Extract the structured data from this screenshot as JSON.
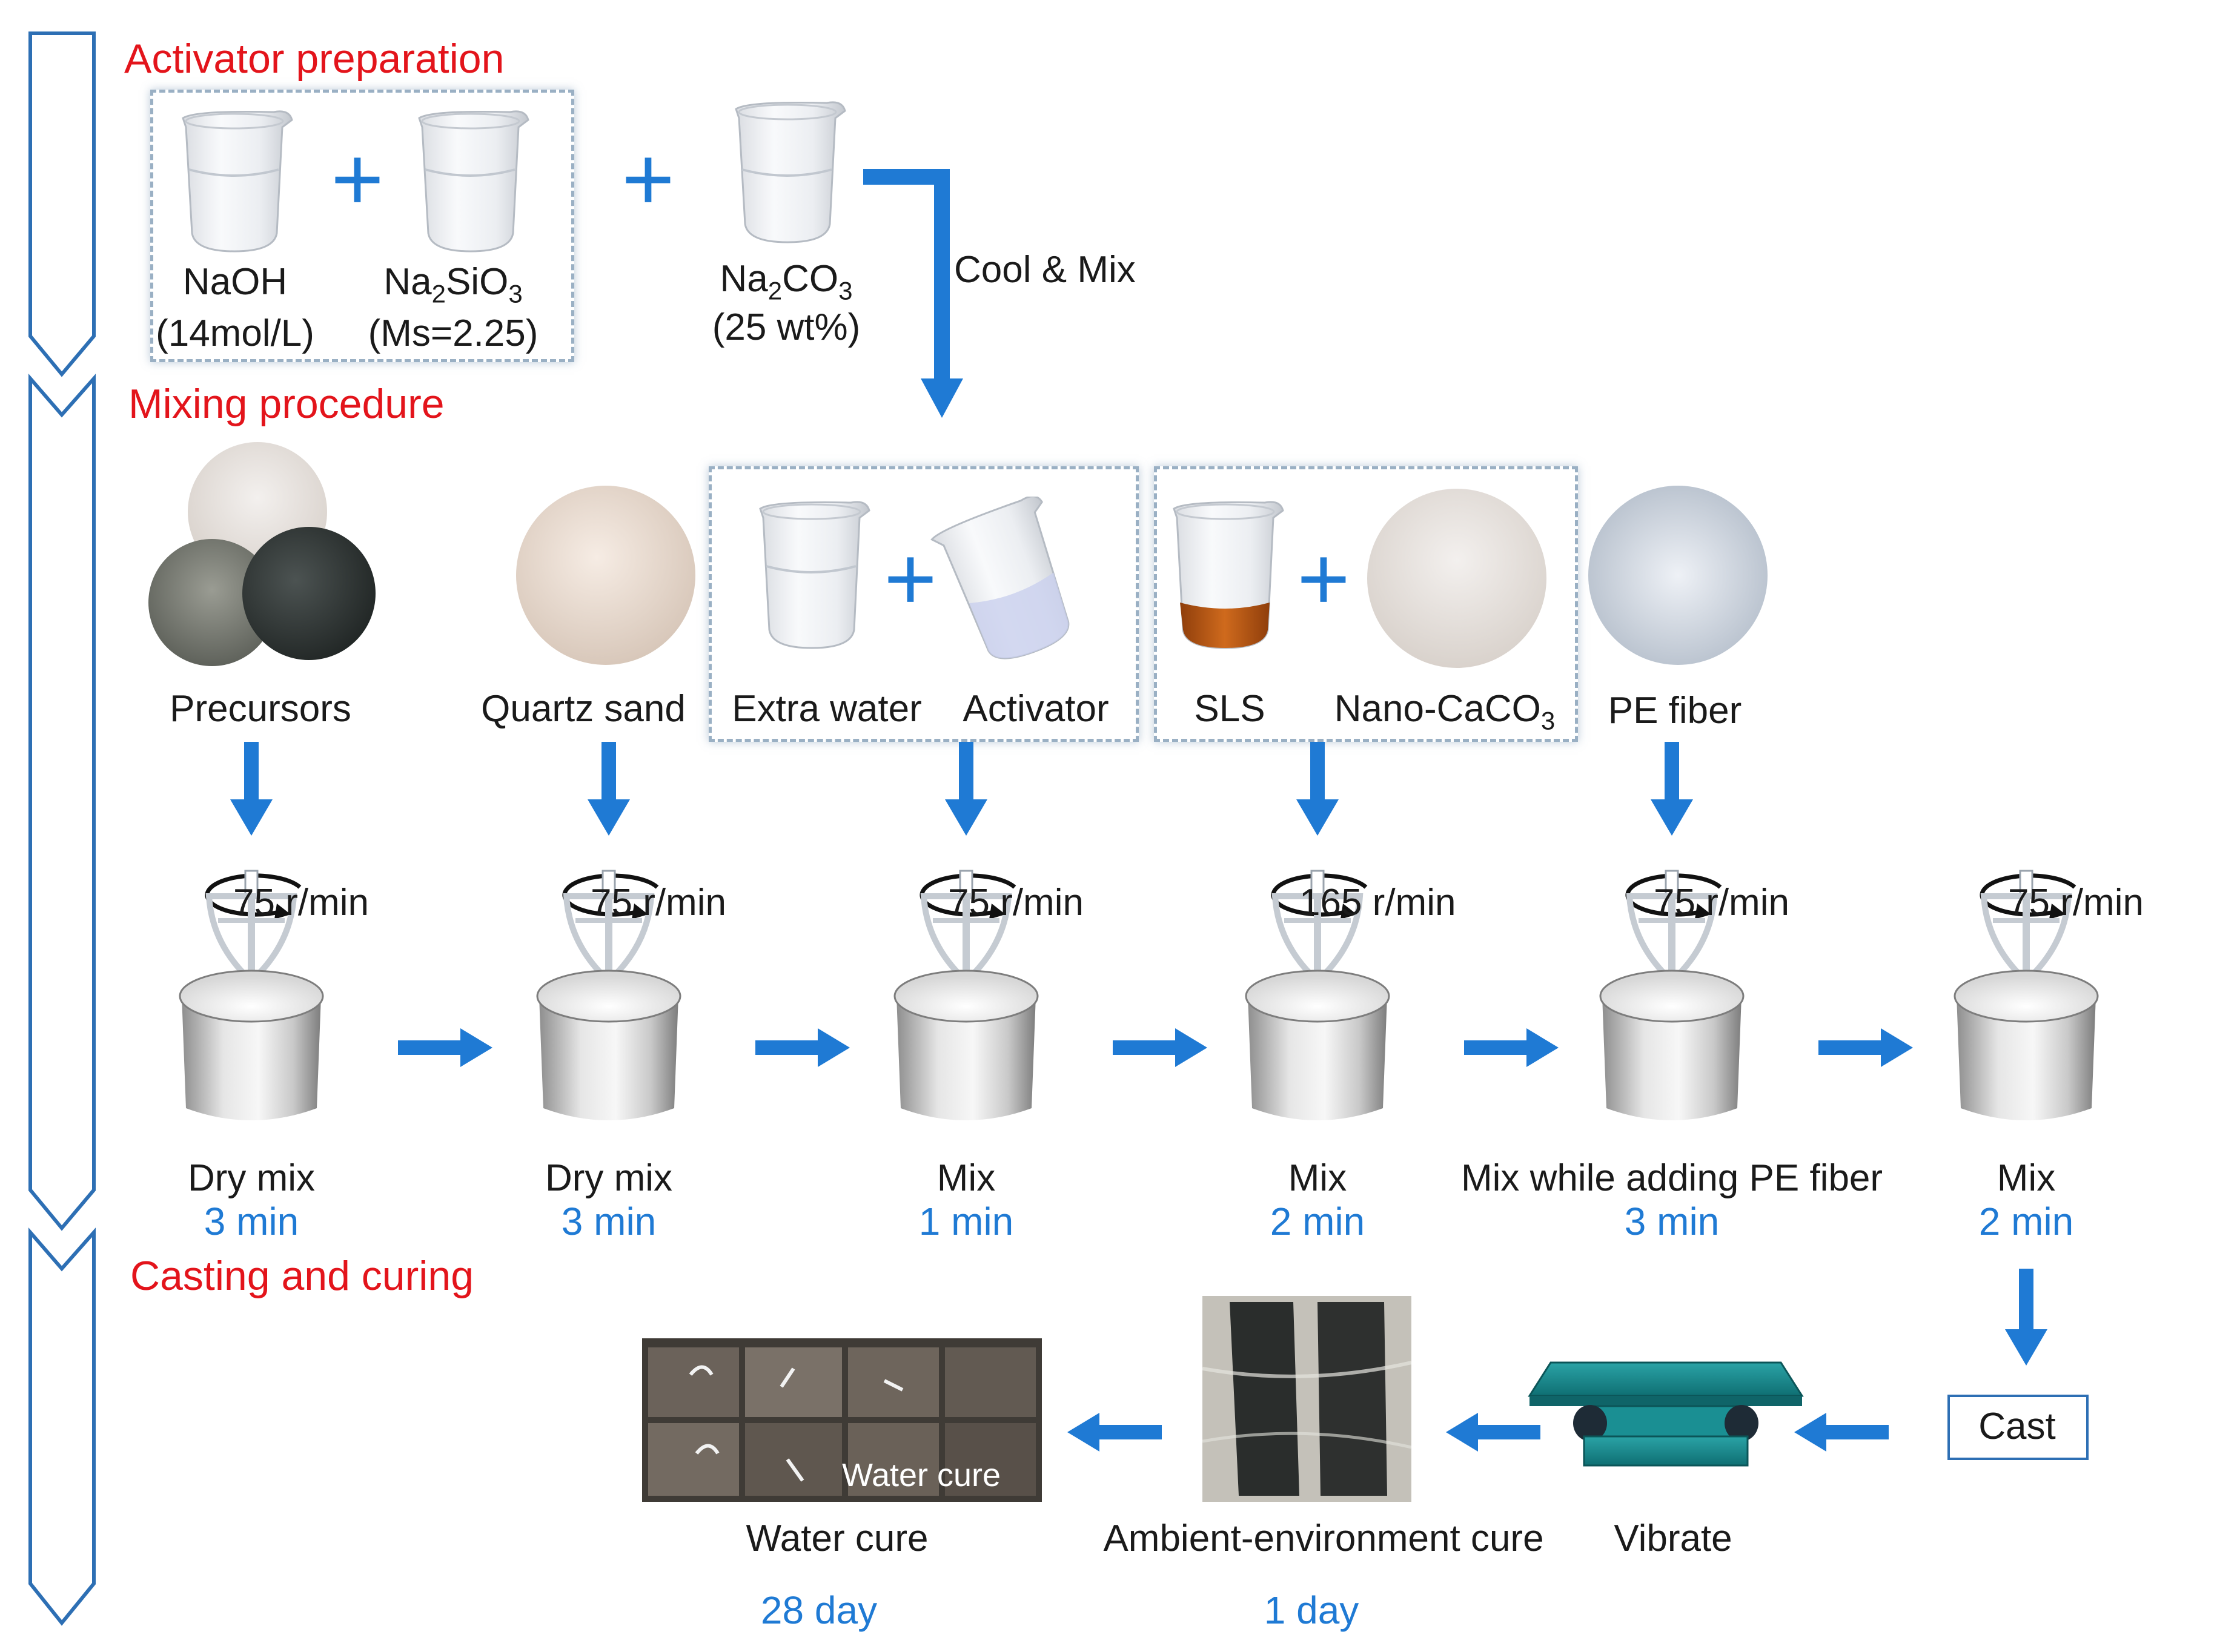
{
  "sections": {
    "activator": "Activator preparation",
    "mixing": "Mixing procedure",
    "casting": "Casting and curing"
  },
  "activator": {
    "naoh": "NaOH",
    "naoh_conc": "(14mol/L)",
    "silicate_main": "Na",
    "silicate_sub1": "2",
    "silicate_mid": "SiO",
    "silicate_sub2": "3",
    "silicate_ms": "(Ms=2.25)",
    "carbonate_main": "Na",
    "carbonate_sub1": "2",
    "carbonate_mid": "CO",
    "carbonate_sub2": "3",
    "carbonate_wt": "(25 wt%)",
    "cool_mix": "Cool & Mix",
    "plus": "+"
  },
  "materials": {
    "precursors": "Precursors",
    "quartz": "Quartz sand",
    "extra_water": "Extra water",
    "activator": "Activator",
    "sls": "SLS",
    "nano_main": "Nano-CaCO",
    "nano_sub": "3",
    "pe_fiber": "PE fiber"
  },
  "steps": [
    {
      "speed": "75 r/min",
      "label": "Dry mix",
      "duration": "3 min"
    },
    {
      "speed": "75 r/min",
      "label": "Dry mix",
      "duration": "3 min"
    },
    {
      "speed": "75 r/min",
      "label": "Mix",
      "duration": "1 min"
    },
    {
      "speed": "165 r/min",
      "label": "Mix",
      "duration": "2 min"
    },
    {
      "speed": "75 r/min",
      "label": "Mix while adding PE fiber",
      "duration": "3 min"
    },
    {
      "speed": "75 r/min",
      "label": "Mix",
      "duration": "2 min"
    }
  ],
  "curing": {
    "cast": "Cast",
    "vibrate": "Vibrate",
    "ambient": "Ambient-environment cure",
    "ambient_dur": "1 day",
    "water": "Water cure",
    "water_dur": "28 day",
    "photo_caption": "Water cure"
  },
  "colors": {
    "section_title": "#e3141b",
    "arrow": "#1f7ad4",
    "duration": "#1f7ad4",
    "chevron": "#2d6fb4"
  },
  "icons": {
    "beaker": "beaker-icon",
    "mixer": "mixer-icon",
    "rotation": "rotation-arrow-icon",
    "vibration_table": "vibration-table-icon"
  }
}
